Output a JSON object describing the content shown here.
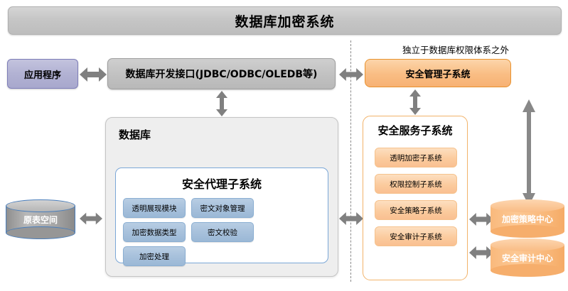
{
  "diagram": {
    "title": "数据库加密系统",
    "note": "独立于数据库权限体系之外",
    "colors": {
      "title_bar": "#c6c6c6",
      "app_purple": "#b2b2d3",
      "interface_gray": "#c2c2c2",
      "orange_accent": "#f9bd83",
      "orange_border": "#e8922f",
      "blue_module": "#a6c0db",
      "blue_module_border": "#8aaed2",
      "arrow_gray": "#808080",
      "divider": "#8a8a8a"
    },
    "left": {
      "application": "应用程序",
      "interface": "数据库开发接口(JDBC/ODBC/OLEDB等)",
      "source_tablespace": "原表空间",
      "database_label": "数据库",
      "agent_subsystem": {
        "title": "安全代理子系统",
        "modules": [
          "透明展现模块",
          "密文对象管理",
          "加密数据类型",
          "密文校验",
          "加密处理"
        ]
      }
    },
    "right": {
      "management_subsystem": "安全管理子系统",
      "service_subsystem": {
        "title": "安全服务子系统",
        "items": [
          "透明加密子系统",
          "权限控制子系统",
          "安全策略子系统",
          "安全审计子系统"
        ]
      },
      "centers": [
        "加密策略中心",
        "安全审计中心"
      ]
    },
    "icons": {
      "arrow_bidirectional_horizontal": "arrow-left-right-icon",
      "arrow_bidirectional_vertical": "arrow-up-down-icon"
    }
  }
}
